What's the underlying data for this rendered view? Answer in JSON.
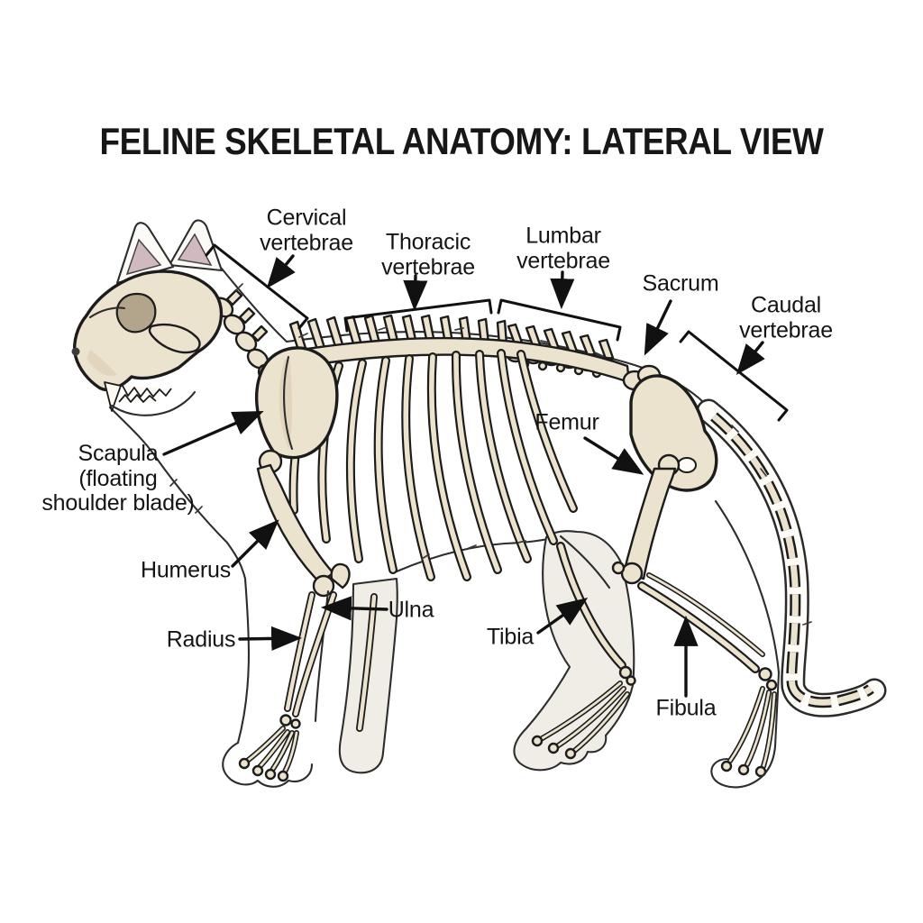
{
  "title": "FELINE SKELETAL ANATOMY: LATERAL VIEW",
  "labels": {
    "cervical": "Cervical\nvertebrae",
    "thoracic": "Thoracic\nvertebrae",
    "lumbar": "Lumbar\nvertebrae",
    "sacrum": "Sacrum",
    "caudal": "Caudal\nvertebrae",
    "scapula": "Scapula\n(floating\nshoulder blade)",
    "humerus": "Humerus",
    "radius": "Radius",
    "ulna": "Ulna",
    "femur": "Femur",
    "tibia": "Tibia",
    "fibula": "Fibula"
  },
  "colors": {
    "ink": "#1c1c1c",
    "bone": "#ece3cf",
    "bone_shade": "#d9cbb0",
    "ear_inner": "#d0bac0",
    "background": "#ffffff",
    "wash": "#efede6"
  }
}
